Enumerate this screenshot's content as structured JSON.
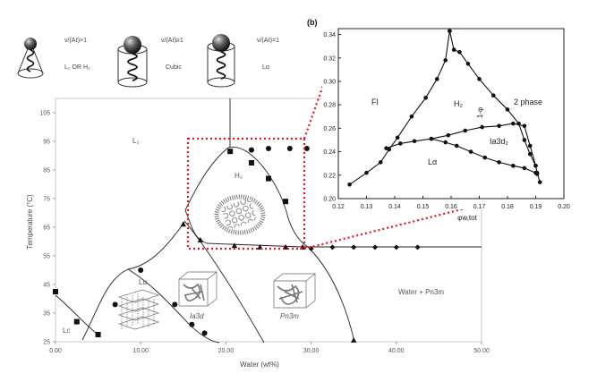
{
  "chart_data": [
    {
      "type": "scatter",
      "name": "main-phase-diagram",
      "xlabel": "Water (wt%)",
      "ylabel": "Temperature (°C)",
      "xlim": [
        0,
        50
      ],
      "ylim": [
        25,
        110
      ],
      "xticks": [
        "0.00",
        "10.00",
        "20.00",
        "30.00",
        "40.00",
        "50.00"
      ],
      "yticks": [
        "25",
        "35",
        "45",
        "55",
        "65",
        "75",
        "85",
        "95",
        "105"
      ],
      "grid": false,
      "region_labels": [
        "L₂",
        "H₂",
        "Lα",
        "Lᴄ",
        "Ia3d",
        "Pn3m",
        "Water + Pn3m"
      ],
      "series": [
        {
          "marker": "square",
          "points": [
            [
              0,
              42.5
            ],
            [
              2.5,
              32
            ],
            [
              5,
              27.5
            ],
            [
              20.5,
              91.5
            ],
            [
              23,
              87.5
            ],
            [
              25,
              82
            ],
            [
              27,
              74
            ]
          ]
        },
        {
          "marker": "triangle",
          "points": [
            [
              15,
              66
            ],
            [
              17,
              60.5
            ],
            [
              21,
              58.5
            ],
            [
              24,
              58
            ],
            [
              27,
              58
            ],
            [
              29,
              58
            ],
            [
              35,
              25.5
            ]
          ]
        },
        {
          "marker": "circle",
          "points": [
            [
              7,
              38
            ],
            [
              10,
              50
            ],
            [
              14,
              38
            ],
            [
              16,
              31
            ],
            [
              17.5,
              28
            ],
            [
              23,
              92
            ],
            [
              25,
              92.5
            ],
            [
              27.5,
              92.5
            ],
            [
              29.5,
              92.5
            ]
          ]
        },
        {
          "marker": "diamond",
          "points": [
            [
              30,
              57.5
            ],
            [
              32.5,
              58
            ],
            [
              35,
              58
            ],
            [
              37.5,
              58
            ],
            [
              40,
              58
            ],
            [
              42.5,
              58
            ]
          ]
        }
      ],
      "insets": [
        {
          "label": "ν/(Aℓ)>1",
          "phase": "L₂ OR H₂"
        },
        {
          "label": "ν/(Aℓ)≥1",
          "phase": "Cubic"
        },
        {
          "label": "ν/(Aℓ)=1",
          "phase": "Lα"
        }
      ]
    },
    {
      "type": "line",
      "name": "inset-b",
      "panel_label": "(b)",
      "xlabel": "φw,tot",
      "ylabel": "1-φ",
      "xlim": [
        0.12,
        0.2
      ],
      "ylim": [
        0.2,
        0.345
      ],
      "xticks": [
        "0.12",
        "0.13",
        "0.14",
        "0.15",
        "0.16",
        "0.17",
        "0.18",
        "0.19",
        "0.20"
      ],
      "yticks": [
        "0.20",
        "0.22",
        "0.24",
        "0.26",
        "0.28",
        "0.30",
        "0.32",
        "0.34"
      ],
      "region_labels": [
        "Fl",
        "H₂",
        "2 phase",
        "Ia3d₂",
        "Lα"
      ],
      "series": [
        {
          "points": [
            [
              0.124,
              0.212
            ],
            [
              0.13,
              0.222
            ],
            [
              0.135,
              0.231
            ],
            [
              0.138,
              0.242
            ],
            [
              0.141,
              0.252
            ],
            [
              0.146,
              0.27
            ],
            [
              0.151,
              0.286
            ],
            [
              0.155,
              0.302
            ],
            [
              0.158,
              0.318
            ],
            [
              0.1595,
              0.343
            ]
          ]
        },
        {
          "points": [
            [
              0.1595,
              0.343
            ],
            [
              0.161,
              0.327
            ],
            [
              0.163,
              0.325
            ],
            [
              0.166,
              0.315
            ],
            [
              0.17,
              0.302
            ],
            [
              0.175,
              0.288
            ],
            [
              0.18,
              0.276
            ],
            [
              0.184,
              0.264
            ],
            [
              0.186,
              0.25
            ],
            [
              0.188,
              0.238
            ],
            [
              0.19,
              0.228
            ],
            [
              0.1905,
              0.222
            ],
            [
              0.1915,
              0.214
            ]
          ]
        },
        {
          "points": [
            [
              0.137,
              0.243
            ],
            [
              0.142,
              0.247
            ],
            [
              0.147,
              0.249
            ],
            [
              0.153,
              0.251
            ],
            [
              0.159,
              0.254
            ],
            [
              0.165,
              0.258
            ],
            [
              0.171,
              0.261
            ],
            [
              0.177,
              0.262
            ],
            [
              0.182,
              0.264
            ],
            [
              0.186,
              0.262
            ],
            [
              0.188,
              0.245
            ],
            [
              0.19,
              0.228
            ]
          ]
        },
        {
          "points": [
            [
              0.153,
              0.251
            ],
            [
              0.158,
              0.248
            ],
            [
              0.162,
              0.245
            ],
            [
              0.167,
              0.24
            ],
            [
              0.172,
              0.235
            ],
            [
              0.177,
              0.231
            ],
            [
              0.182,
              0.228
            ],
            [
              0.186,
              0.226
            ],
            [
              0.19,
              0.222
            ],
            [
              0.1905,
              0.221
            ]
          ]
        }
      ]
    }
  ]
}
